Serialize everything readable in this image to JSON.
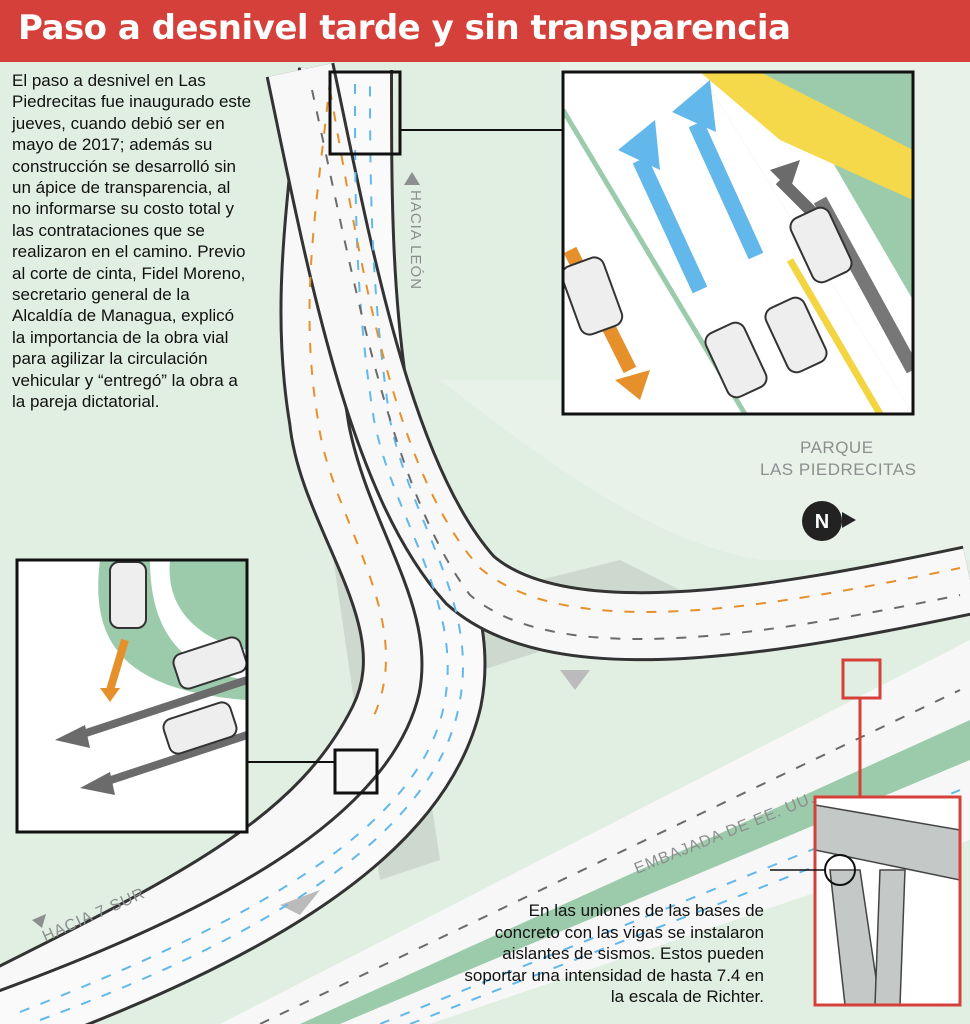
{
  "header": {
    "title": "Paso a desnivel tarde y sin transparencia",
    "background_color": "#d6403a"
  },
  "intro_text": "El paso a desnivel en Las Piedrecitas fue inaugurado este jueves, cuando debió ser en mayo de 2017; además su construcción se desarrolló sin un ápice de transparencia, al no informarse su costo total y las contrataciones que se realizaron en el camino. Previo al corte de cinta, Fidel Moreno, secretario general de la Alcaldía de Managua, explicó la importancia de la obra vial para agilizar la circulación vehicular y “entregó” la obra a la pareja dictatorial.",
  "map_labels": {
    "hacia_leon": "HACIA LEÓN",
    "parque_line1": "PARQUE",
    "parque_line2": "LAS PIEDRECITAS",
    "embajada": "EMBAJADA DE EE. UU.",
    "hacia_7_sur": "HACIA 7 SUR",
    "north": "N"
  },
  "caption": "En las uniones de las bases de concreto con las vigas se instalaron aislantes de sismos. Estos pueden soportar una intensidad de hasta 7.4 en la escala de Richter.",
  "colors": {
    "park_green": "#e1eee2",
    "grass_green": "#9ccbab",
    "road_white": "#ffffff",
    "arrow_blue": "#62b8ea",
    "arrow_orange": "#e6902c",
    "arrow_gray": "#6b6b6b",
    "accent_red": "#d6403a",
    "line_yellow": "#f2d541"
  }
}
